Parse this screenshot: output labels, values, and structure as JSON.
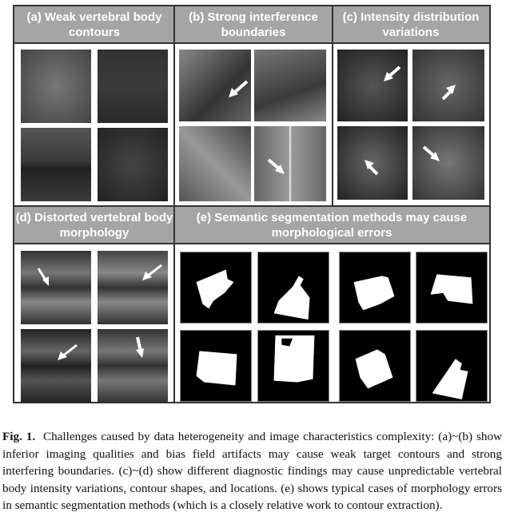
{
  "figure": {
    "panels": {
      "a": {
        "title": "(a) Weak vertebral body contours"
      },
      "b": {
        "title": "(b) Strong interference boundaries"
      },
      "c": {
        "title": "(c) Intensity distribution variations"
      },
      "d": {
        "title": "(d) Distorted vertebral body morphology"
      },
      "e": {
        "title": "(e) Semantic segmentation methods may cause morphological errors"
      }
    }
  },
  "caption": {
    "label": "Fig. 1.",
    "text": "Challenges caused by data heterogeneity and image characteristics complexity: (a)~(b) show inferior imaging qualities and bias field artifacts may cause weak target contours and strong interfering boundaries. (c)~(d) show different diagnostic findings may cause unpredictable vertebral body intensity variations, contour shapes, and locations. (e) shows typical cases of morphology errors in semantic segmentation methods (which is a closely relative work to contour extraction)."
  }
}
